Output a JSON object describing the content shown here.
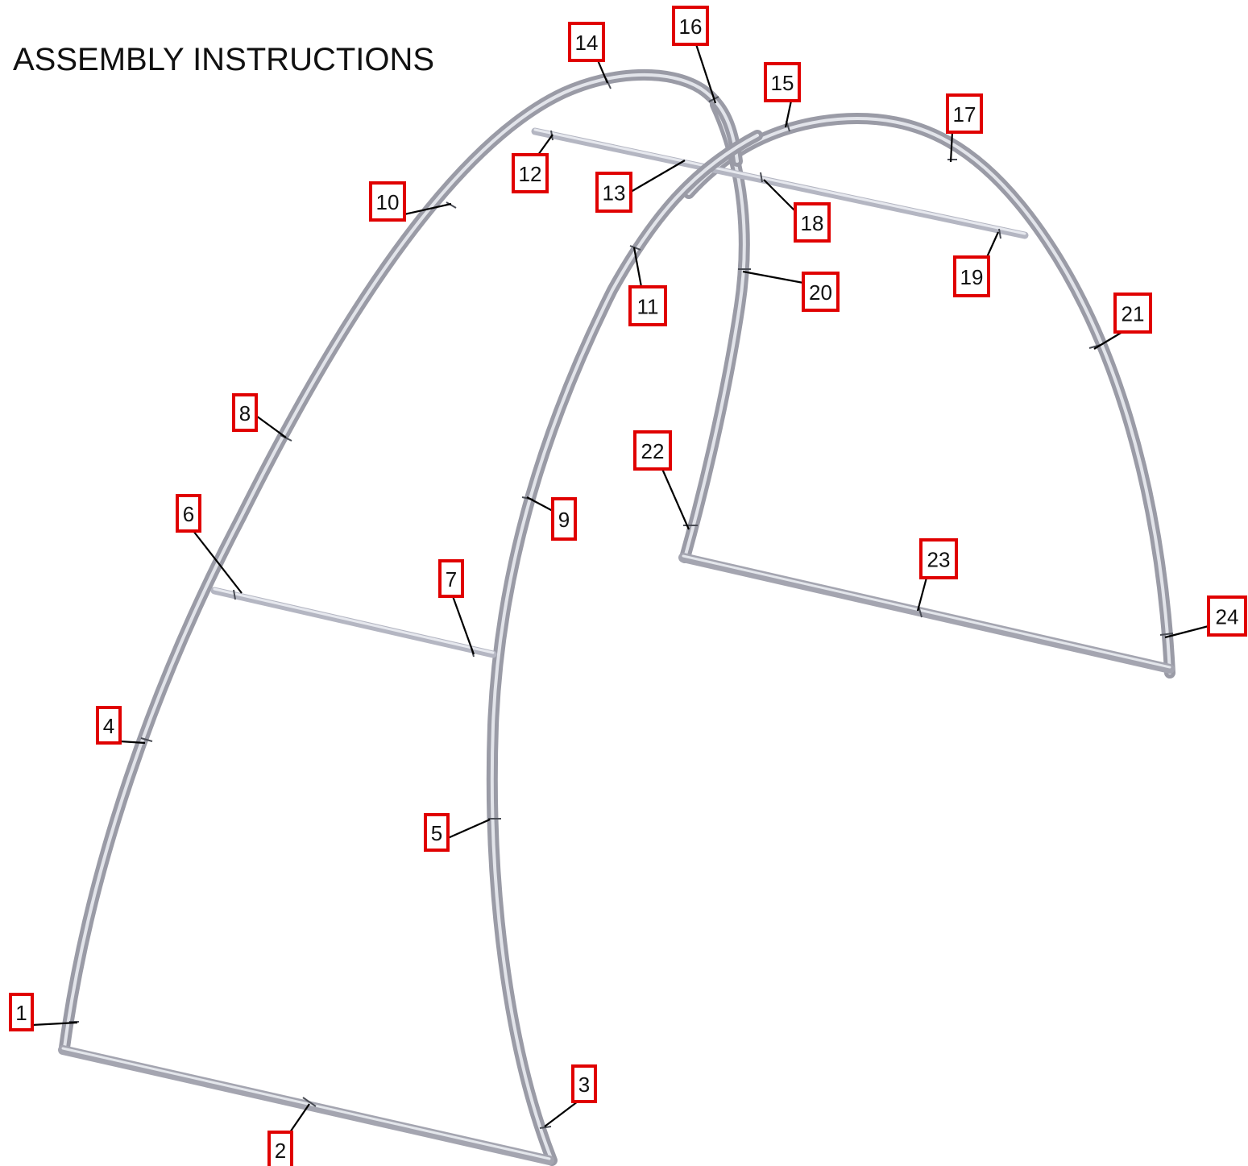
{
  "title": "ASSEMBLY INSTRUCTIONS",
  "colors": {
    "tube": "#9a9ba6",
    "tube_highlight": "#eef1f6",
    "callout_border": "#e00000",
    "leader": "#000000"
  },
  "callouts": [
    {
      "label": "1"
    },
    {
      "label": "2"
    },
    {
      "label": "3"
    },
    {
      "label": "4"
    },
    {
      "label": "5"
    },
    {
      "label": "6"
    },
    {
      "label": "7"
    },
    {
      "label": "8"
    },
    {
      "label": "9"
    },
    {
      "label": "10"
    },
    {
      "label": "11"
    },
    {
      "label": "12"
    },
    {
      "label": "13"
    },
    {
      "label": "14"
    },
    {
      "label": "15"
    },
    {
      "label": "16"
    },
    {
      "label": "17"
    },
    {
      "label": "18"
    },
    {
      "label": "19"
    },
    {
      "label": "20"
    },
    {
      "label": "21"
    },
    {
      "label": "22"
    },
    {
      "label": "23"
    },
    {
      "label": "24"
    }
  ]
}
